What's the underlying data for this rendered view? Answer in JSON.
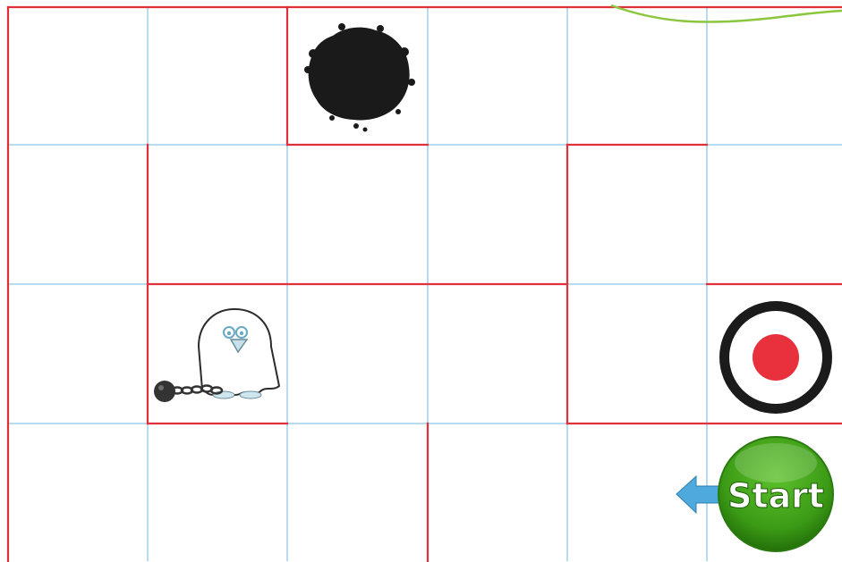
{
  "board": {
    "rows": 4,
    "cols": 6,
    "grid_line_color": "#9fd0ee",
    "wall_color": "#e0303a",
    "background": "#ffffff"
  },
  "pieces": {
    "ink_blot": {
      "name": "ink-blot",
      "row": 0,
      "col": 2,
      "color": "#1a1a1a"
    },
    "ghost": {
      "name": "ghost-with-ball-and-chain",
      "row": 2,
      "col": 1
    },
    "target": {
      "name": "target",
      "row": 2,
      "col": 5,
      "ring_color": "#1b1b1b",
      "dot_color": "#e8313c"
    },
    "start": {
      "label": "Start",
      "row": 3,
      "col": 5,
      "color": "#3c9b16",
      "arrow_color": "#4ea9dc",
      "arrow_direction": "left"
    }
  },
  "decoration": {
    "squiggle_color": "#8cc63f"
  }
}
